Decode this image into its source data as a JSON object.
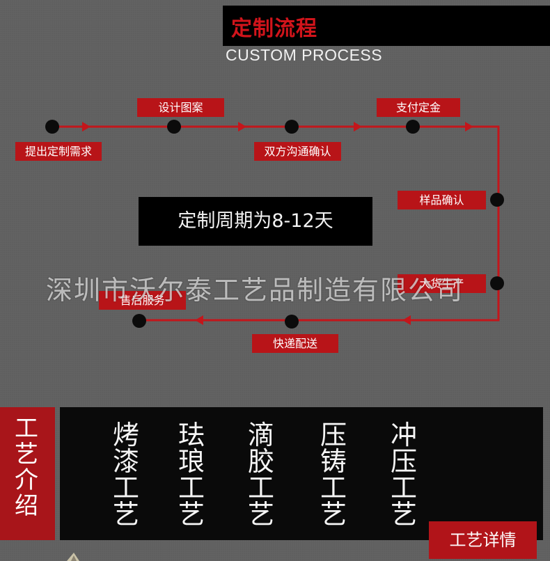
{
  "header": {
    "title_cn": "定制流程",
    "title_en": "CUSTOM PROCESS"
  },
  "process": {
    "steps": [
      "提出定制需求",
      "设计图案",
      "双方沟通确认",
      "支付定金",
      "样品确认",
      "大货生产",
      "快递配送",
      "售后服务"
    ],
    "cycle_text": "定制周期为8-12天"
  },
  "watermark": "深圳市沃尔泰工艺品制造有限公司",
  "crafts": {
    "section_title": [
      "工",
      "艺",
      "介",
      "绍"
    ],
    "items": [
      [
        "烤",
        "漆",
        "工",
        "艺"
      ],
      [
        "珐",
        "琅",
        "工",
        "艺"
      ],
      [
        "滴",
        "胶",
        "工",
        "艺"
      ],
      [
        "压",
        "铸",
        "工",
        "艺"
      ],
      [
        "冲",
        "压",
        "工",
        "艺"
      ]
    ],
    "detail_label": "工艺详情"
  },
  "colors": {
    "accent_red": "#b81418",
    "line_red": "#c3161b",
    "background": "#5f5f5f"
  }
}
